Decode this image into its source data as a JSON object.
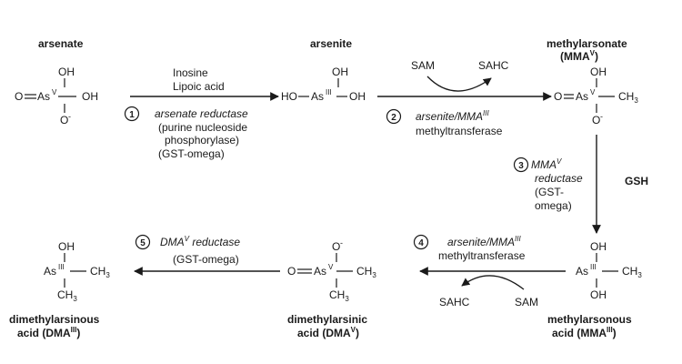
{
  "compounds": {
    "arsenate": {
      "name": "arsenate"
    },
    "arsenite": {
      "name": "arsenite"
    },
    "mma5": {
      "name": "methylarsonate",
      "abbr": "(MMA",
      "abbr_sup": "V",
      "abbr_end": ")"
    },
    "mma3": {
      "name": "methylarsonous",
      "abbr": "acid (MMA",
      "abbr_sup": "III",
      "abbr_end": ")"
    },
    "dma5": {
      "name": "dimethylarsinic",
      "abbr": "acid (DMA",
      "abbr_sup": "V",
      "abbr_end": ")"
    },
    "dma3": {
      "name": "dimethylarsinous",
      "abbr": "acid (DMA",
      "abbr_sup": "III",
      "abbr_end": ")"
    }
  },
  "atoms": {
    "oh": "OH",
    "o_minus": "O",
    "minus": "-",
    "o": "O",
    "eq": "=",
    "as": "As",
    "ox5": "V",
    "ox3": "III",
    "dash": "—",
    "oh_right": "OH",
    "ho_left": "HO",
    "ch": "CH",
    "three": "3"
  },
  "steps": {
    "s1": {
      "num": "1",
      "cofactor1": "Inosine",
      "cofactor2": "Lipoic acid",
      "enzyme": "arsenate reductase",
      "note1": "(purine nucleoside",
      "note2": "phosphorylase)",
      "note3": "(GST-omega)"
    },
    "s2": {
      "num": "2",
      "sam": "SAM",
      "sahc": "SAHC",
      "enzyme": "arsenite/MMA",
      "enzyme_sup": "III",
      "line2": "methyltransferase"
    },
    "s3": {
      "num": "3",
      "enzyme": "MMA",
      "enzyme_sup": "V",
      "line2": "reductase",
      "note1": "(GST-",
      "note2": "omega)",
      "cofactor": "GSH"
    },
    "s4": {
      "num": "4",
      "enzyme": "arsenite/MMA",
      "enzyme_sup": "III",
      "line2": "methyltransferase",
      "sahc": "SAHC",
      "sam": "SAM"
    },
    "s5": {
      "num": "5",
      "enzyme": "DMA",
      "enzyme_sup": "V",
      "enzyme_end": " reductase",
      "note": "(GST-omega)"
    }
  }
}
